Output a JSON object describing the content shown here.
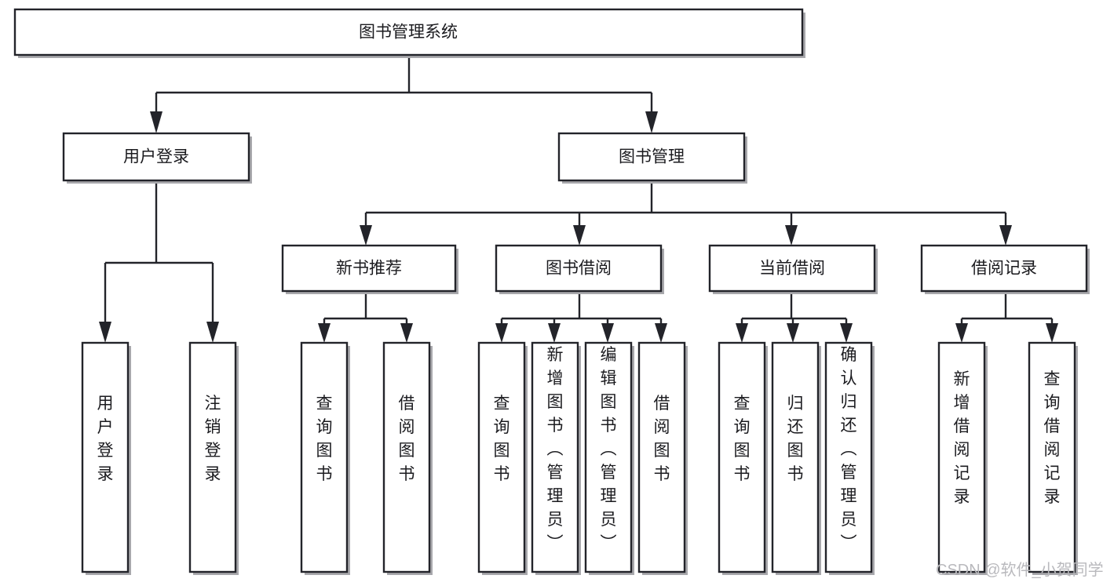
{
  "diagram": {
    "title": "图书管理系统",
    "type": "tree-hierarchy-chart",
    "root": {
      "label": "图书管理系统",
      "level": 1
    },
    "level2": [
      {
        "label": "用户登录"
      },
      {
        "label": "图书管理"
      }
    ],
    "level3": [
      {
        "label": "新书推荐"
      },
      {
        "label": "图书借阅"
      },
      {
        "label": "当前借阅"
      },
      {
        "label": "借阅记录"
      }
    ],
    "leaves": {
      "user_login": [
        {
          "label": "用户登录"
        },
        {
          "label": "注销登录"
        }
      ],
      "new_book_recommend": [
        {
          "label": "查询图书"
        },
        {
          "label": "借阅图书"
        }
      ],
      "book_borrow": [
        {
          "label": "查询图书"
        },
        {
          "label": "新增图书（管理员）"
        },
        {
          "label": "编辑图书（管理员）"
        },
        {
          "label": "借阅图书"
        }
      ],
      "current_borrow": [
        {
          "label": "查询图书"
        },
        {
          "label": "归还图书"
        },
        {
          "label": "确认归还（管理员）"
        }
      ],
      "borrow_record": [
        {
          "label": "新增借阅记录"
        },
        {
          "label": "查询借阅记录"
        }
      ]
    }
  },
  "watermark": {
    "text": "CSDN @软件_小贺同学"
  },
  "colors": {
    "background": "#ffffff",
    "box_stroke": "#23242a",
    "box_fill": "#ffffff",
    "box_shadow": "#a8a8ac",
    "text": "#1b1b1f",
    "watermark": "#b9b9bd"
  }
}
